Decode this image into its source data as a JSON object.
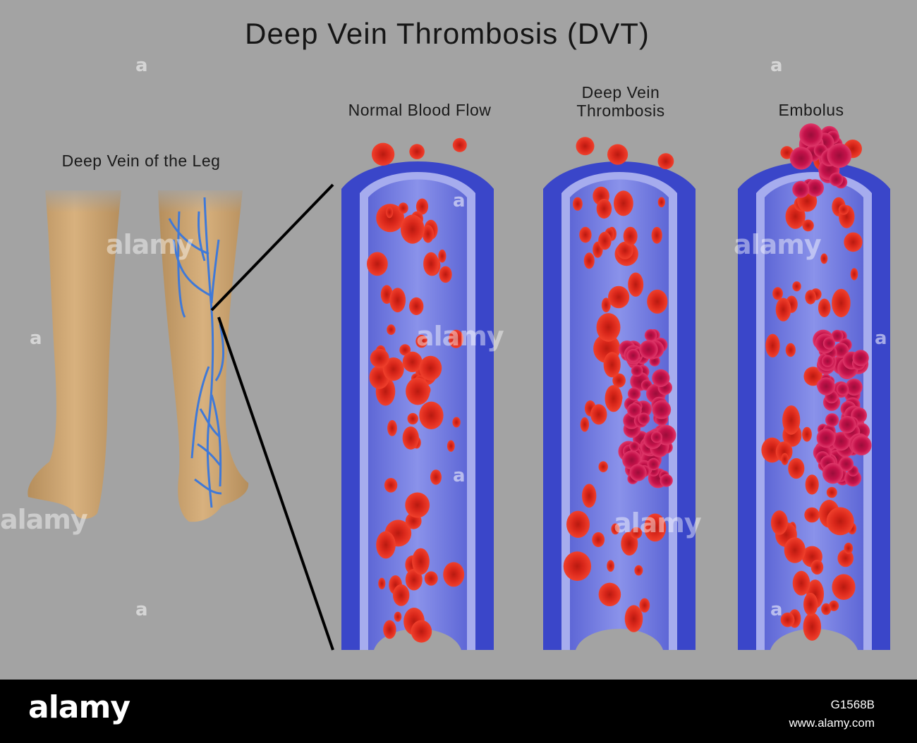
{
  "diagram": {
    "title": "Deep Vein Thrombosis (DVT)",
    "leg_label": "Deep Vein of the Leg",
    "panels": [
      {
        "label": "Normal Blood Flow"
      },
      {
        "label": "Deep Vein\nThrombosis"
      },
      {
        "label": "Embolus"
      }
    ]
  },
  "watermark": {
    "brand": "alamy",
    "image_id": "G1568B",
    "site": "www.alamy.com",
    "glyph": "a"
  },
  "colors": {
    "background": "#a3a3a3",
    "vessel_wall": "#3a46c9",
    "vessel_wall_light": "#a6acee",
    "vessel_lumen": "#7d85e4",
    "red_cell": "#d8261a",
    "clot": "#c4124a",
    "skin": "#c9a36f",
    "vein": "#3f79d8"
  }
}
